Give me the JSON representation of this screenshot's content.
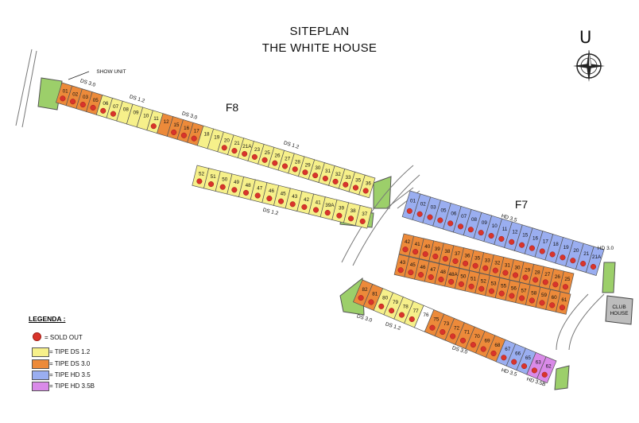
{
  "header": {
    "title": "SITEPLAN",
    "subtitle": "THE WHITE HOUSE"
  },
  "north": "U",
  "colors": {
    "sold": "#d9342b",
    "ds12": "#f6f08a",
    "ds30": "#ec8a3a",
    "hd35": "#9aaef0",
    "hd35b": "#d98ae8",
    "green": "#9ccf6a",
    "road": "#ffffff"
  },
  "blocks": {
    "f8": "F8",
    "f7": "F7",
    "show_unit": "SHOW UNIT",
    "club_house": "CLUB\nHOUSE"
  },
  "f8_north": {
    "units": [
      "01",
      "02",
      "03",
      "05",
      "06",
      "07",
      "08",
      "09",
      "10",
      "11",
      "12",
      "15",
      "16",
      "17",
      "18",
      "19",
      "20",
      "21",
      "21A",
      "23",
      "25",
      "26",
      "27",
      "28",
      "29",
      "30",
      "31",
      "32",
      "33",
      "35",
      "36"
    ],
    "types": [
      "ds30",
      "ds30",
      "ds30",
      "ds30",
      "ds12",
      "ds12",
      "ds12",
      "ds12",
      "ds12",
      "ds12",
      "ds30",
      "ds30",
      "ds30",
      "ds30",
      "ds12",
      "ds12",
      "ds12",
      "ds12",
      "ds12",
      "ds12",
      "ds12",
      "ds12",
      "ds12",
      "ds12",
      "ds12",
      "ds12",
      "ds12",
      "ds12",
      "ds12",
      "ds12",
      "ds12"
    ]
  },
  "f8_south": {
    "units": [
      "52",
      "51",
      "50",
      "49",
      "48",
      "47",
      "46",
      "45",
      "43",
      "42",
      "41",
      "39A",
      "39",
      "38",
      "37"
    ]
  },
  "f7_north": {
    "units": [
      "01",
      "02",
      "03",
      "05",
      "06",
      "07",
      "08",
      "09",
      "10",
      "11",
      "12",
      "15",
      "16",
      "17",
      "18",
      "19",
      "20",
      "21",
      "21A"
    ]
  },
  "f7_mid_top": {
    "units": [
      "42",
      "41",
      "40",
      "39",
      "38",
      "37",
      "36",
      "35",
      "33",
      "32",
      "31",
      "30",
      "29",
      "28",
      "27",
      "26",
      "25"
    ]
  },
  "f7_mid_bottom": {
    "units": [
      "43",
      "45",
      "46",
      "47",
      "48",
      "48A",
      "50",
      "51",
      "52",
      "53",
      "55",
      "56",
      "57",
      "58",
      "59",
      "60",
      "61"
    ]
  },
  "f7_south": {
    "units": [
      "82",
      "81",
      "80",
      "79",
      "78",
      "77",
      "76",
      "75",
      "73",
      "72",
      "71",
      "70",
      "69",
      "68",
      "67",
      "66",
      "65",
      "63",
      "62"
    ],
    "types": [
      "ds30",
      "ds30",
      "ds12",
      "ds12",
      "ds12",
      "ds12",
      "white",
      "ds30",
      "ds30",
      "ds30",
      "ds30",
      "ds30",
      "ds30",
      "ds30",
      "hd35",
      "hd35",
      "hd35",
      "hd35b",
      "hd35b"
    ]
  },
  "dimensions": {
    "f8_ds30_a": "DS 3.0",
    "f8_ds12_a": "DS 1.2",
    "f8_ds30_b": "DS 3.0",
    "f8_ds12_b": "DS 1.2",
    "f8_south_ds12": "DS 1.2",
    "f7_hd35": "HD 3.5",
    "f7_hd30": "HD 3.0",
    "f7_ds30_a": "DS 3.0",
    "f7_ds12": "DS 1.2",
    "f7_ds30_b": "DS 3.0",
    "f7_hd35b": "HD 3.5B"
  },
  "legend": {
    "title": "LEGENDA :",
    "sold_out": "= SOLD OUT",
    "ds12": "= TIPE DS 1.2",
    "ds30": "= TIPE DS 3.0",
    "hd35": "= TIPE HD 3.5",
    "hd35b": "= TIPE HD 3.5B"
  }
}
